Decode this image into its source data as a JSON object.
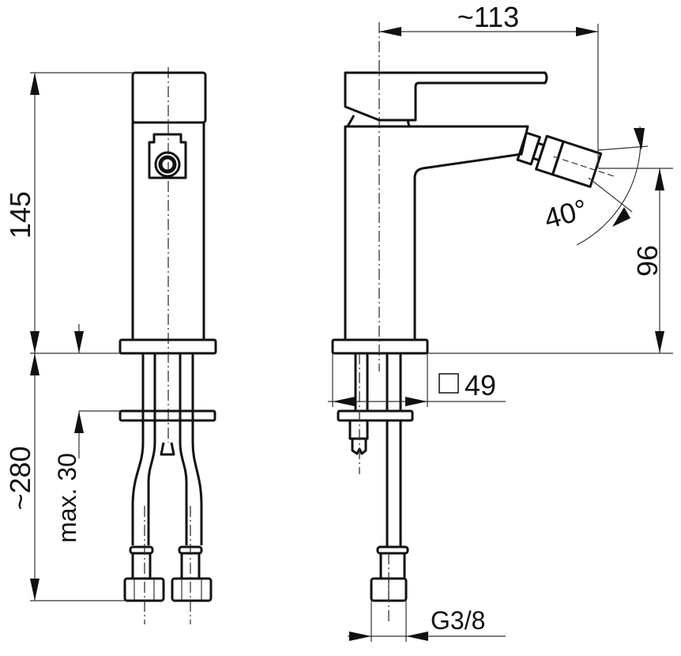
{
  "title": "Bidet mixer dimension drawing",
  "dimensions": {
    "width_reach": "~113",
    "height_total": "145",
    "spout_angle": "40°",
    "spout_height": "96",
    "base_size": "49",
    "hose_length": "~280",
    "max_deck_thickness": "max. 30",
    "connection_thread": "G3/8"
  },
  "icons": {
    "base_square": "square-symbol"
  }
}
